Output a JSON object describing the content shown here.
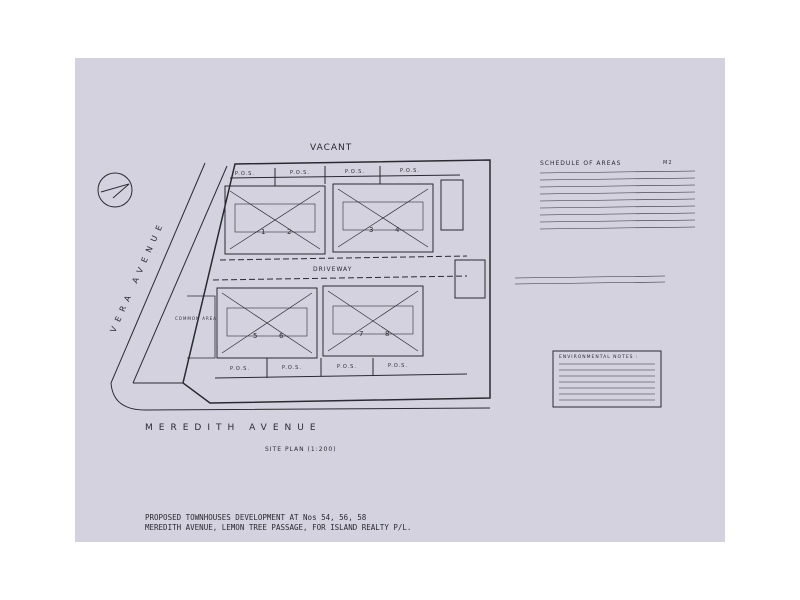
{
  "plan": {
    "street_top": "VACANT",
    "street_left": "VERA AVENUE",
    "street_bottom": "MEREDITH AVENUE",
    "driveway": "DRIVEWAY",
    "scale": "SITE PLAN (1:200)",
    "pos": "P.O.S.",
    "unit_numbers": [
      "1",
      "2",
      "3",
      "4",
      "5",
      "6",
      "7",
      "8"
    ],
    "common_area": "COMMON AREA"
  },
  "schedule": {
    "title": "SCHEDULE OF AREAS",
    "unit": "M2"
  },
  "notes": {
    "title": "ENVIRONMENTAL NOTES :"
  },
  "footer": {
    "line1": "PROPOSED TOWNHOUSES DEVELOPMENT AT Nos 54, 56, 58",
    "line2": "MEREDITH AVENUE, LEMON TREE PASSAGE, FOR ISLAND REALTY P/L."
  },
  "colors": {
    "paper": "#d4d2df",
    "ink": "#2a2a32"
  }
}
